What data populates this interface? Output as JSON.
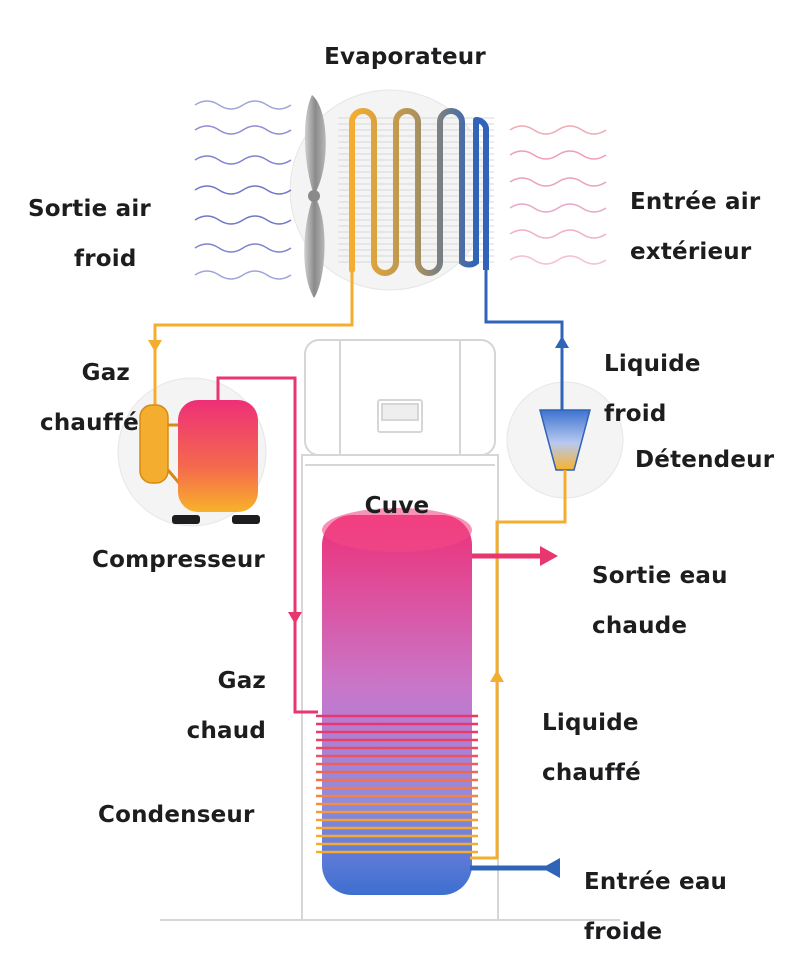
{
  "labels": {
    "evaporateur": "Evaporateur",
    "sortie_air": [
      "Sortie air",
      "froid"
    ],
    "entree_air": [
      "Entrée air",
      "extérieur"
    ],
    "gaz_chauffe": [
      "Gaz",
      "chauffé"
    ],
    "liquide_froid": [
      "Liquide",
      "froid"
    ],
    "detendeur": "Détendeur",
    "compresseur": "Compresseur",
    "cuve": "Cuve",
    "sortie_eau": [
      "Sortie eau",
      "chaude"
    ],
    "gaz_chaud": [
      "Gaz",
      "chaud"
    ],
    "liquide_chauffe": [
      "Liquide",
      "chauffé"
    ],
    "condenseur": "Condenseur",
    "entree_eau": [
      "Entrée eau",
      "froide"
    ]
  },
  "colors": {
    "hot_pipe": "#e8366f",
    "warm_pipe": "#f4ad2f",
    "cold_pipe": "#2f64b8",
    "text": "#1d1d1f"
  }
}
